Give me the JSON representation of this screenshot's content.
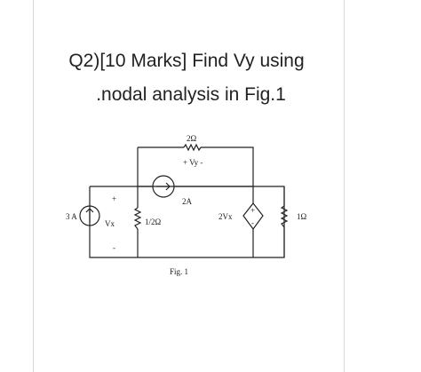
{
  "question": {
    "line1": "Q2)[10 Marks] Find Vy using",
    "line2": ".nodal analysis in Fig.1"
  },
  "circuit": {
    "top_resistor": "2Ω",
    "vy_label": "+ Vy -",
    "current_source_label": "2A",
    "left_source_label": "3 A",
    "vx_label": "Vx",
    "half_ohm_label": "1/2Ω",
    "plus_sign": "+",
    "minus_sign": "-",
    "dependent_source_label": "2Vx",
    "right_resistor": "1Ω",
    "figure_caption": "Fig. 1",
    "dep_plus": "+",
    "dep_minus": "-"
  },
  "colors": {
    "wire": "#222222",
    "text": "#222222",
    "frame": "#d8d8d8"
  }
}
